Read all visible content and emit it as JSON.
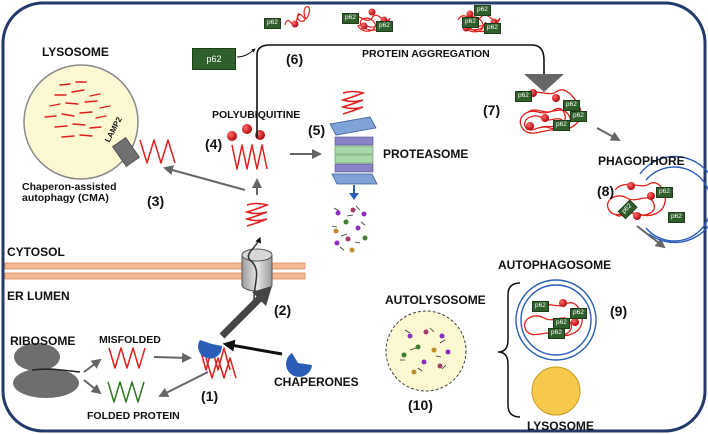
{
  "labels": {
    "lysosome_top": "LYSOSOME",
    "lamp2": "LAMP2",
    "cma": "Chaperon-assisted\nautophagy (CMA)",
    "num3": "(3)",
    "polyubiquitine": "POLYUBIQUITINE",
    "num4": "(4)",
    "num5": "(5)",
    "proteasome": "PROTEASOME",
    "num6": "(6)",
    "protein_aggregation": "PROTEIN AGGREGATION",
    "p62": "p62",
    "num7": "(7)",
    "phagophore": "PHAGOPHORE",
    "num8": "(8)",
    "cytosol": "CYTOSOL",
    "er_lumen": "ER LUMEN",
    "autophagosome": "AUTOPHAGOSOME",
    "autolysosome": "AUTOLYSOSOME",
    "num9": "(9)",
    "num10": "(10)",
    "lysosome_bottom": "LYSOSOME",
    "ribosome": "RIBOSOME",
    "misfolded": "MISFOLDED",
    "folded_protein": "FOLDED PROTEIN",
    "num1": "(1)",
    "num2": "(2)",
    "chaperones": "CHAPERONES"
  },
  "colors": {
    "border": "#233a6b",
    "misfolded_protein": "#e0201b",
    "folded_protein": "#2f7a1f",
    "chaperone": "#2b5db8",
    "p62_tag": "#2f5f2a",
    "membrane": "#f2b994",
    "lysosome_fill": "#fbf8d2",
    "lysosome_bottom_fill": "#f7c94a",
    "ubiquitin": "#c4151c",
    "arrow": "#666666"
  }
}
